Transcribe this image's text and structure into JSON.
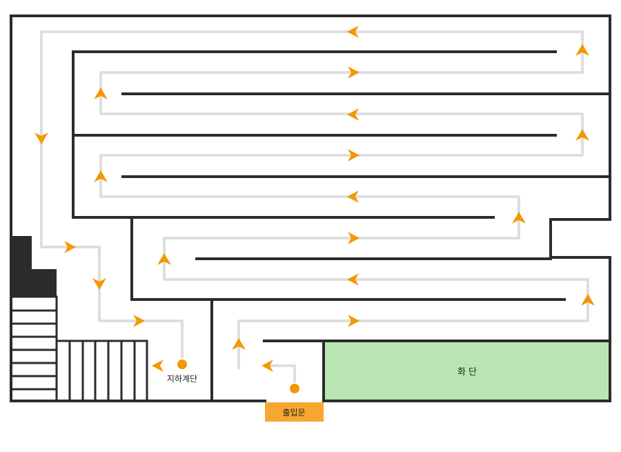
{
  "labels": {
    "entrance": "출입문",
    "basement_stairs": "지하계단",
    "flower_bed": "화 단"
  },
  "colors": {
    "wall": "#2b2b2b",
    "path": "#dedede",
    "arrow": "#f39800",
    "flower_bed": "#b9e6b3",
    "entrance": "#f6a72f",
    "background": "#ffffff"
  },
  "icons": {
    "direction_marker": "chevron-arrow-icon",
    "point_marker": "orange-dot-icon"
  }
}
